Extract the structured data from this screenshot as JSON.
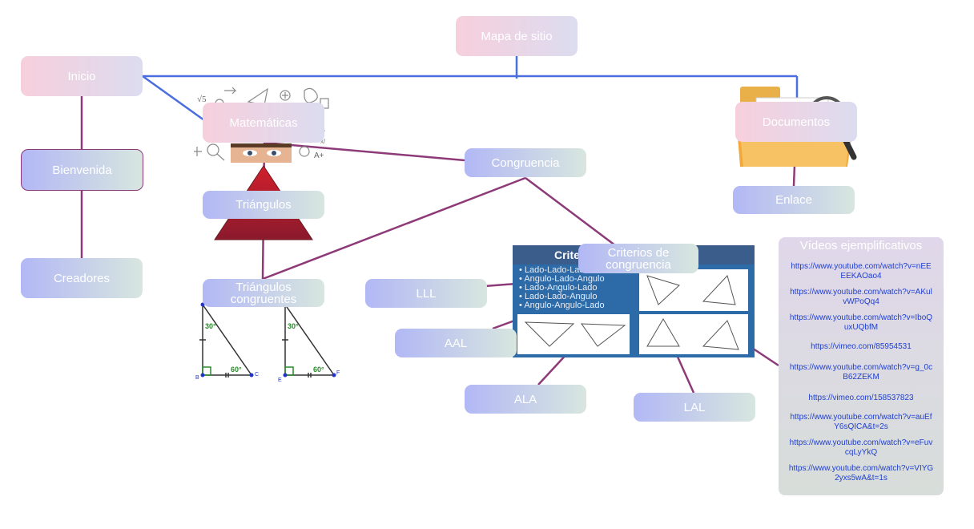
{
  "colors": {
    "main_line": "#4a6ee0",
    "branch_line": "#8e3a78"
  },
  "nodes": {
    "mapa": "Mapa de sitio",
    "inicio": "Inicio",
    "bienvenida": "Bienvenida",
    "creadores": "Creadores",
    "matematicas": "Matemáticas",
    "documentos": "Documentos",
    "enlace": "Enlace",
    "congruencia": "Congruencia",
    "triangulos": "Triángulos",
    "triangulos_congruentes": "Triángulos congruentes",
    "criterios": "Criterios de congruencia",
    "lll": "LLL",
    "aal": "AAL",
    "ala": "ALA",
    "lal": "LAL"
  },
  "videos": {
    "title": "Vídeos ejemplificativos",
    "links": [
      "https://www.youtube.com/watch?v=nEEEEKAOao4",
      "https://www.youtube.com/watch?v=AKulvWPoQq4",
      "https://www.youtube.com/watch?v=IboQuxUQbfM",
      "https://vimeo.com/85954531",
      "https://www.youtube.com/watch?v=g_0cB62ZEKM",
      "https://vimeo.com/158537823",
      "https://www.youtube.com/watch?v=auEfY6sQICA&t=2s",
      "https://www.youtube.com/watch?v=eFuvcqLyYkQ",
      "https://www.youtube.com/watch?v=VIYG2yxs5wA&t=1s"
    ]
  },
  "slide": {
    "title": "Criterios de congruencia",
    "bullets": [
      "Lado-Lado-Lado",
      "Angulo-Lado-Angulo",
      "Lado-Angulo-Lado",
      "Lado-Lado-Angulo",
      "Angulo-Angulo-Lado"
    ]
  },
  "figure": {
    "angle_top": "30°",
    "angle_bottom": "60°",
    "label_b": "B",
    "label_c": "C",
    "label_e": "E",
    "label_f": "F"
  }
}
